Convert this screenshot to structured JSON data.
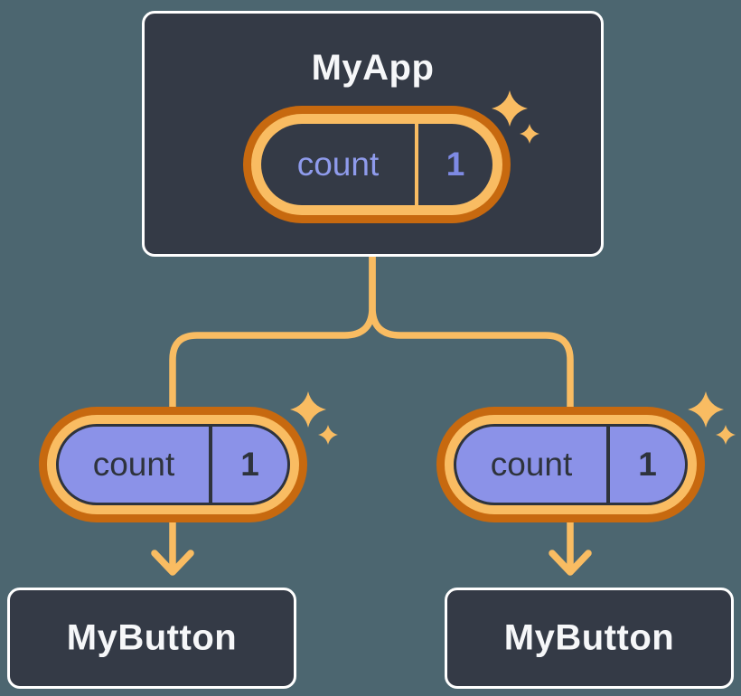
{
  "colors": {
    "bg": "#4C6670",
    "nodeFill": "#343A46",
    "nodeBorder": "#FFFFFF",
    "nodeText": "#F6F7F9",
    "ringOuter": "#C7690F",
    "gold": "#F9BC62",
    "pillLight": "#8B92E8",
    "darkLine": "#2E333C",
    "stateNameLight": "#8F9BEC",
    "stateValueLight": "#7E8AE4"
  },
  "root": {
    "title": "MyApp",
    "state": {
      "name": "count",
      "value": "1"
    }
  },
  "children": [
    {
      "title": "MyButton",
      "state": {
        "name": "count",
        "value": "1"
      }
    },
    {
      "title": "MyButton",
      "state": {
        "name": "count",
        "value": "1"
      }
    }
  ]
}
